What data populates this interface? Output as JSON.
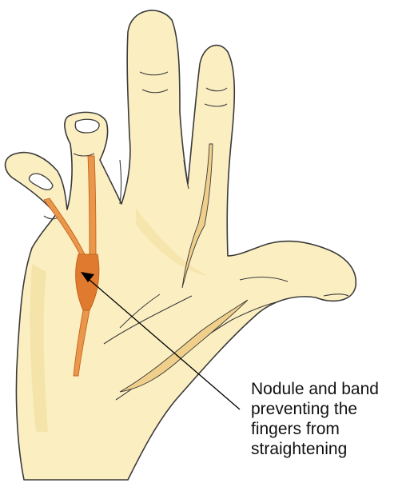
{
  "annotation": {
    "lines": [
      "Nodule and band",
      "preventing the",
      "fingers from",
      "straightening"
    ]
  },
  "colors": {
    "skin": "#fbefc2",
    "skin_shade": "#f2dc9a",
    "outline": "#3a3a3a",
    "cord": "#e9974a",
    "cord_dark": "#c8641f",
    "nodule": "#e07a2f",
    "tendon": "#f0cf8a",
    "nail": "#ffffff",
    "arrow": "#000000"
  }
}
